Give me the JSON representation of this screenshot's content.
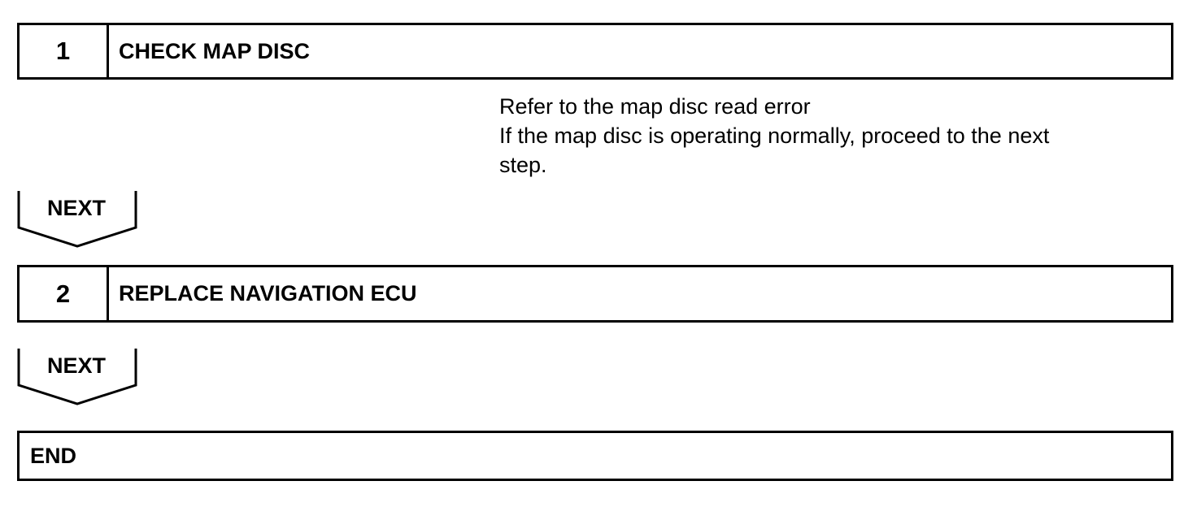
{
  "steps": [
    {
      "number": "1",
      "title": "CHECK MAP DISC"
    },
    {
      "number": "2",
      "title": "REPLACE NAVIGATION ECU"
    }
  ],
  "note": {
    "lines": [
      "Refer to the map disc read error",
      "If the map disc is operating normally, proceed to the next",
      "step."
    ]
  },
  "next_labels": [
    "NEXT",
    "NEXT"
  ],
  "end_label": "END"
}
